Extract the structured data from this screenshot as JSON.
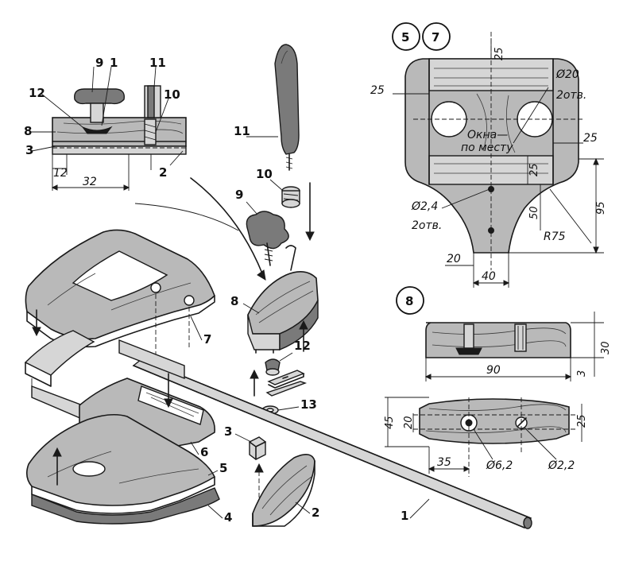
{
  "labels": {
    "p1": "1",
    "p2": "2",
    "p3": "3",
    "p4": "4",
    "p5": "5",
    "p6": "6",
    "p7": "7",
    "p8": "8",
    "p9": "9",
    "p10": "10",
    "p11": "11",
    "p12": "12",
    "p13": "13"
  },
  "badges": {
    "b5": "5",
    "b7": "7",
    "b8": "8"
  },
  "section_view": {
    "dim_12": "12",
    "dim_32": "32"
  },
  "plate_5_7": {
    "dim_25_top": "25",
    "dim_25_left": "25",
    "dim_25_right": "25",
    "dim_25_mid": "25",
    "dim_dia20": "Ø20",
    "holes_2": "2отв.",
    "windows_1": "Окна—",
    "windows_2": "по месту",
    "dim_dia24": "Ø2,4",
    "holes_2b": "2отв.",
    "dim_50": "50",
    "dim_95": "95",
    "dim_r75": "R75",
    "dim_20": "20",
    "dim_40": "40"
  },
  "block_8": {
    "dim_30": "30",
    "dim_3": "3",
    "dim_90": "90",
    "dim_45": "45",
    "dim_20": "20",
    "dim_25": "25",
    "dim_35": "35",
    "dim_dia62": "Ø6,2",
    "dim_dia22": "Ø2,2"
  }
}
